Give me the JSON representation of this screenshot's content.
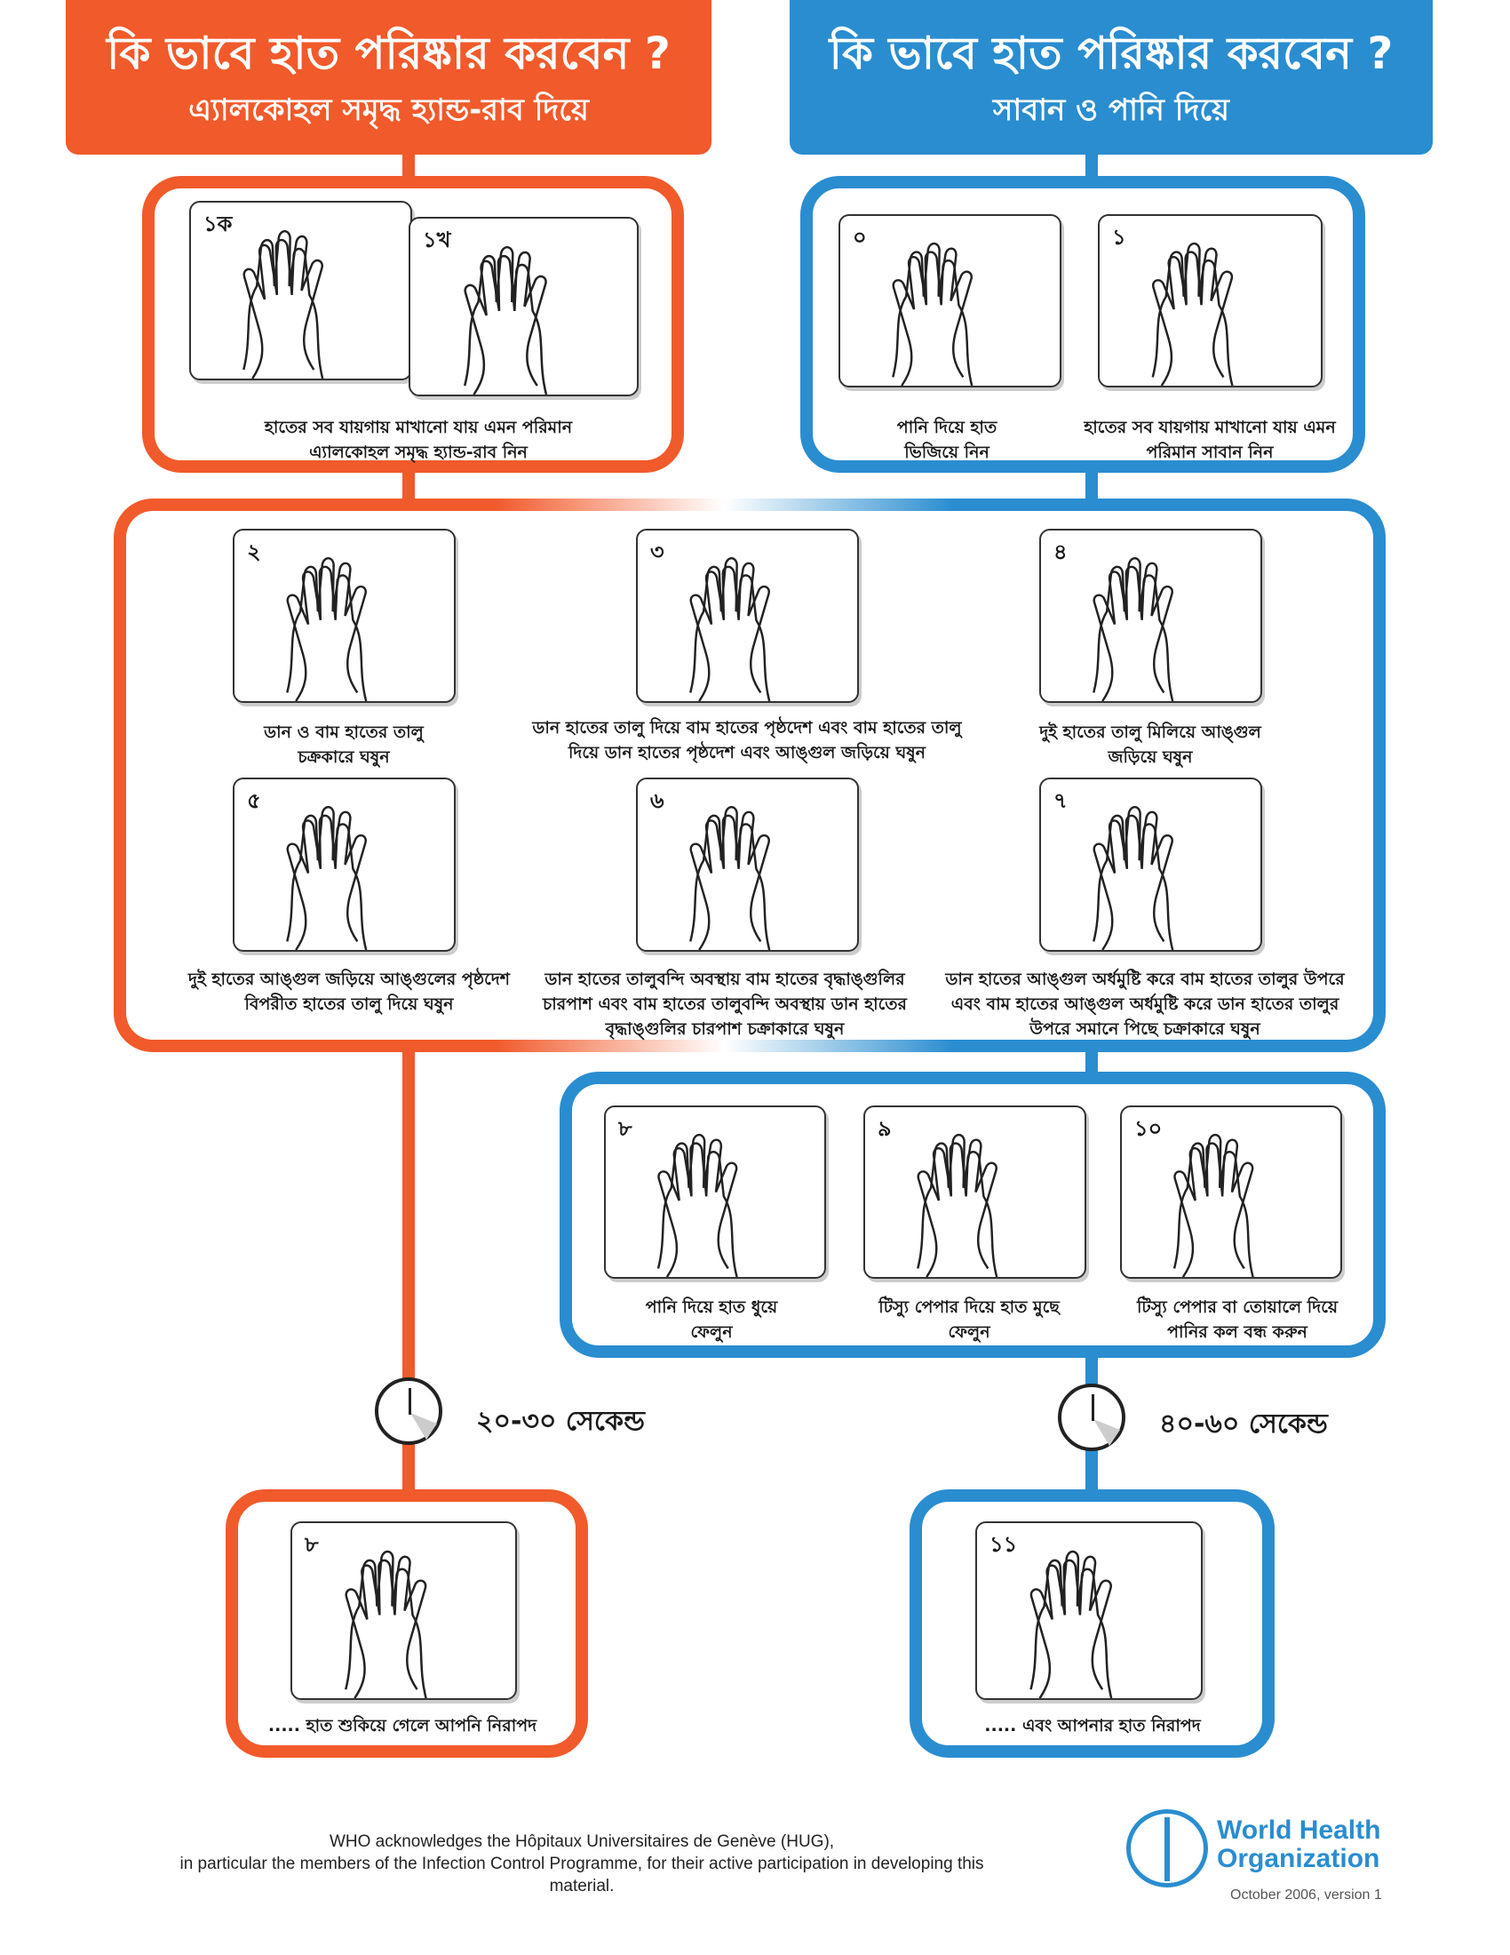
{
  "colors": {
    "alcohol": "#f15a2b",
    "soap": "#2a8dd0"
  },
  "alcohol_header": {
    "title": "কি ভাবে হাত পরিষ্কার করবেন ?",
    "subtitle": "এ্যালকোহল সমৃদ্ধ হ্যান্ড-রাব দিয়ে"
  },
  "soap_header": {
    "title": "কি ভাবে হাত পরিষ্কার করবেন ?",
    "subtitle": "সাবান ও পানি দিয়ে"
  },
  "steps": {
    "s1a": {
      "num": "১ক"
    },
    "s1b": {
      "num": "১খ",
      "caption": [
        "হাতের সব যায়গায় মাখানো যায় এমন পরিমান",
        "এ্যালকোহল সমৃদ্ধ হ্যান্ড-রাব নিন"
      ]
    },
    "s0": {
      "num": "০",
      "caption": [
        "পানি দিয়ে হাত",
        "ভিজিয়ে নিন"
      ]
    },
    "s1": {
      "num": "১",
      "caption": [
        "হাতের সব যায়গায় মাখানো যায় এমন",
        "পরিমান সাবান নিন"
      ]
    },
    "s2": {
      "num": "২",
      "caption": [
        "ডান ও বাম হাতের তালু",
        "চক্রকারে ঘষুন"
      ]
    },
    "s3": {
      "num": "৩",
      "caption": [
        "ডান হাতের তালু দিয়ে বাম হাতের পৃষ্ঠদেশ এবং বাম হাতের তালু",
        "দিয়ে ডান হাতের পৃষ্ঠদেশ এবং আঙ্গুল জড়িয়ে ঘষুন"
      ]
    },
    "s4": {
      "num": "৪",
      "caption": [
        "দুই হাতের তালু মিলিয়ে আঙ্গুল",
        "জড়িয়ে ঘষুন"
      ]
    },
    "s5": {
      "num": "৫",
      "caption": [
        "দুই হাতের আঙ্গুল জড়িয়ে আঙ্গুলের পৃষ্ঠদেশ",
        "বিপরীত হাতের তালু দিয়ে ঘষুন"
      ]
    },
    "s6": {
      "num": "৬",
      "caption": [
        "ডান হাতের  তালুবন্দি অবস্থায় বাম হাতের বৃদ্ধাঙ্গুলির",
        "চারপাশ এবং বাম হাতের তালুবন্দি অবস্থায় ডান হাতের",
        "বৃদ্ধাঙ্গুলির চারপাশ চক্রাকারে ঘষুন"
      ]
    },
    "s7": {
      "num": "৭",
      "caption": [
        "ডান হাতের আঙ্গুল অর্ধমুষ্টি করে বাম হাতের তালুর উপরে",
        "এবং বাম হাতের আঙ্গুল অর্ধমুষ্টি করে ডান হাতের তালুর",
        "উপরে সমানে পিছে চক্রাকারে ঘষুন"
      ]
    },
    "s8": {
      "num": "৮",
      "caption": [
        "পানি দিয়ে হাত ধুয়ে",
        "ফেলুন"
      ]
    },
    "s9": {
      "num": "৯",
      "caption": [
        "টিস্যু পেপার দিয়ে হাত মুছে",
        "ফেলুন"
      ]
    },
    "s10": {
      "num": "১০",
      "caption": [
        "টিস্যু পেপার বা তোয়ালে দিয়ে",
        "পানির কল বন্ধ করুন"
      ]
    },
    "s8b": {
      "num": "৮",
      "caption": [
        "..... হাত শুকিয়ে গেলে আপনি নিরাপদ"
      ]
    },
    "s11": {
      "num": "১১",
      "caption": [
        "..... এবং আপনার হাত নিরাপদ"
      ]
    }
  },
  "alcohol_duration": "২০-৩০ সেকেন্ড",
  "soap_duration": "৪০-৬০ সেকেন্ড",
  "footer": {
    "line1": "WHO acknowledges the Hôpitaux Universitaires de Genève (HUG),",
    "line2": "in particular the members of the Infection Control Programme, for their active participation in developing this material.",
    "org_line1": "World Health",
    "org_line2": "Organization",
    "date": "October 2006, version 1"
  }
}
